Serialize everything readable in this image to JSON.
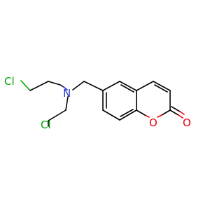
{
  "molecule": {
    "atoms": {
      "cl_top": "Cl",
      "cl_bottom": "Cl",
      "nitrogen": "N",
      "ring_oxygen": "O",
      "carbonyl_oxygen": "O"
    },
    "colors": {
      "bond": "#000000",
      "chlorine": "#00a800",
      "nitrogen": "#2233cc",
      "oxygen": "#e8000b",
      "background": "#ffffff"
    }
  }
}
